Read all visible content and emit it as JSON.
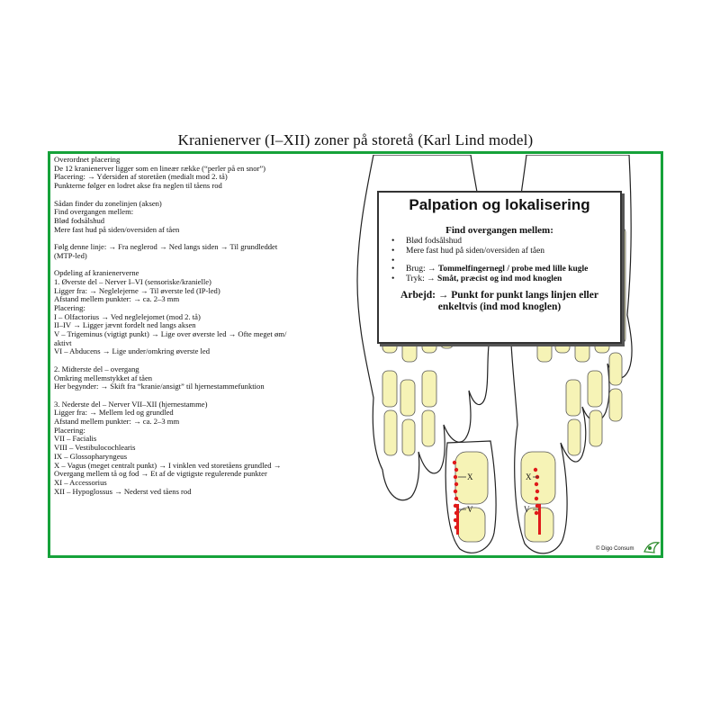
{
  "title": "Kranienerver (I–XII) zoner på storetå (Karl Lind model)",
  "left_lines": [
    "Overordnet placering",
    "De 12 kranienerver ligger som en lineær række (“perler på en snor”)",
    "Placering: → Ydersiden af storetåen (medialt mod 2. tå)",
    "Punkterne følger en lodret akse fra neglen til tåens rod",
    "",
    "Sådan finder du zonelinjen (aksen)",
    "Find overgangen mellem:",
    "Blød fodsålshud",
    "Mere fast hud på siden/oversiden af tåen",
    "",
    "Følg denne linje: → Fra neglerod → Ned langs siden → Til grundleddet",
    "(MTP-led)",
    "",
    "Opdeling af kranienerverne",
    "1. Øverste del – Nerver I–VI (sensoriske/kranielle)",
    "Ligger fra: → Neglelejerne → Til øverste led (IP-led)",
    "Afstand mellem punkter: → ca. 2–3 mm",
    "Placering:",
    "I – Olfactorius → Ved neglelejomet (mod 2. tå)",
    "II–IV → Ligger jævnt fordelt ned langs aksen",
    "V – Trigeminus (vigtigt punkt) → Lige over øverste led → Ofte meget øm/",
    "aktivt",
    "VI – Abducens → Lige under/omkring øverste led",
    "",
    "2. Midterste del – overgang",
    "Omkring mellemstykket af tåen",
    "Her begynder: → Skift fra “kranie/ansigt” til hjernestammefunktion",
    "",
    "3. Nederste del – Nerver VII–XII (hjernestamme)",
    "Ligger fra: → Mellem led og grundled",
    "Afstand mellem punkter: → ca. 2–3 mm",
    "Placering:",
    "VII – Facialis",
    "VIII – Vestibulocochlearis",
    "IX – Glossopharyngeus",
    "X – Vagus (meget centralt punkt) → I vinklen ved storetåens grundled →",
    "Overgang mellem tå og fod → Et af de vigtigste regulerende punkter",
    "XI – Accessorius",
    "XII – Hypoglossus → Nederst ved tåens rod"
  ],
  "box": {
    "title": "Palpation og lokalisering",
    "subtitle": "Find overgangen mellem:",
    "bullet1": "Blød fodsålshud",
    "bullet2": "Mere fast hud på siden/oversiden af tåen",
    "use_label": "Brug: → ",
    "use_value": "Tommelfingernegl / probe med lille kugle",
    "press_label": "Tryk: → ",
    "press_value": "Småt, præcist og ind mod knoglen",
    "work": "Arbejd: → Punkt for punkt langs linjen eller enkeltvis (ind mod knoglen)"
  },
  "labels": {
    "left_x": "X",
    "left_v": "V",
    "right_x": "X",
    "right_v": "V"
  },
  "copyright": "© Digo Consum",
  "colors": {
    "frame": "#16a23a",
    "bone": "#f6f3b6",
    "dots": "#e01a1a"
  }
}
